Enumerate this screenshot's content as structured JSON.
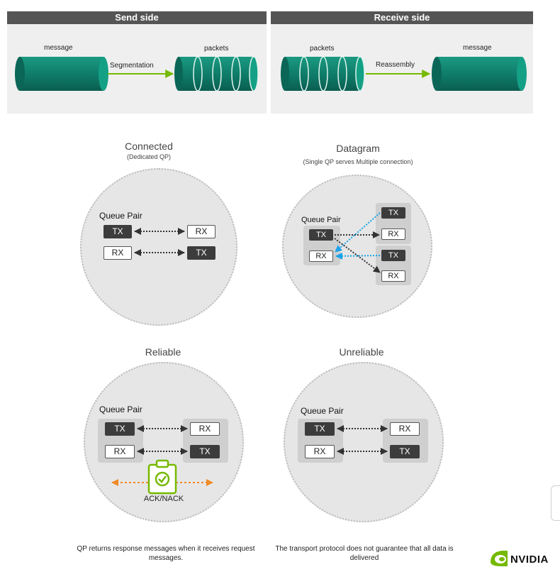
{
  "send_panel": {
    "header": "Send side",
    "message_label": "message",
    "arrow_label": "Segmentation",
    "packets_label": "packets"
  },
  "receive_panel": {
    "header": "Receive side",
    "packets_label": "packets",
    "arrow_label": "Reassembly",
    "message_label": "message"
  },
  "connected": {
    "title": "Connected",
    "subtitle": "(Dedicated QP)",
    "qp_label": "Queue Pair",
    "row1": {
      "left": "TX",
      "right": "RX"
    },
    "row2": {
      "left": "RX",
      "right": "TX"
    }
  },
  "datagram": {
    "title": "Datagram",
    "subtitle": "(Single QP serves Multiple connection)",
    "qp_label": "Queue Pair",
    "local": {
      "tx": "TX",
      "rx": "RX"
    },
    "remote1": {
      "tx": "TX",
      "rx": "RX"
    },
    "remote2": {
      "tx": "TX",
      "rx": "RX"
    }
  },
  "reliable": {
    "title": "Reliable",
    "qp_label": "Queue Pair",
    "row1": {
      "left": "TX",
      "right": "RX"
    },
    "row2": {
      "left": "RX",
      "right": "TX"
    },
    "ack_label": "ACK/NACK",
    "caption": "QP returns response messages when it receives request messages."
  },
  "unreliable": {
    "title": "Unreliable",
    "qp_label": "Queue Pair",
    "row1": {
      "left": "TX",
      "right": "RX"
    },
    "row2": {
      "left": "RX",
      "right": "TX"
    },
    "caption": "The transport protocol does not guarantee that all data is delivered"
  },
  "brand": {
    "name": "NVIDIA"
  },
  "colors": {
    "teal": "#0f7d6a",
    "accent_green": "#76b900",
    "blue": "#1aa3e8",
    "orange": "#f08a24"
  },
  "icons": [
    "clipboard-check-icon",
    "nvidia-logo-icon"
  ]
}
